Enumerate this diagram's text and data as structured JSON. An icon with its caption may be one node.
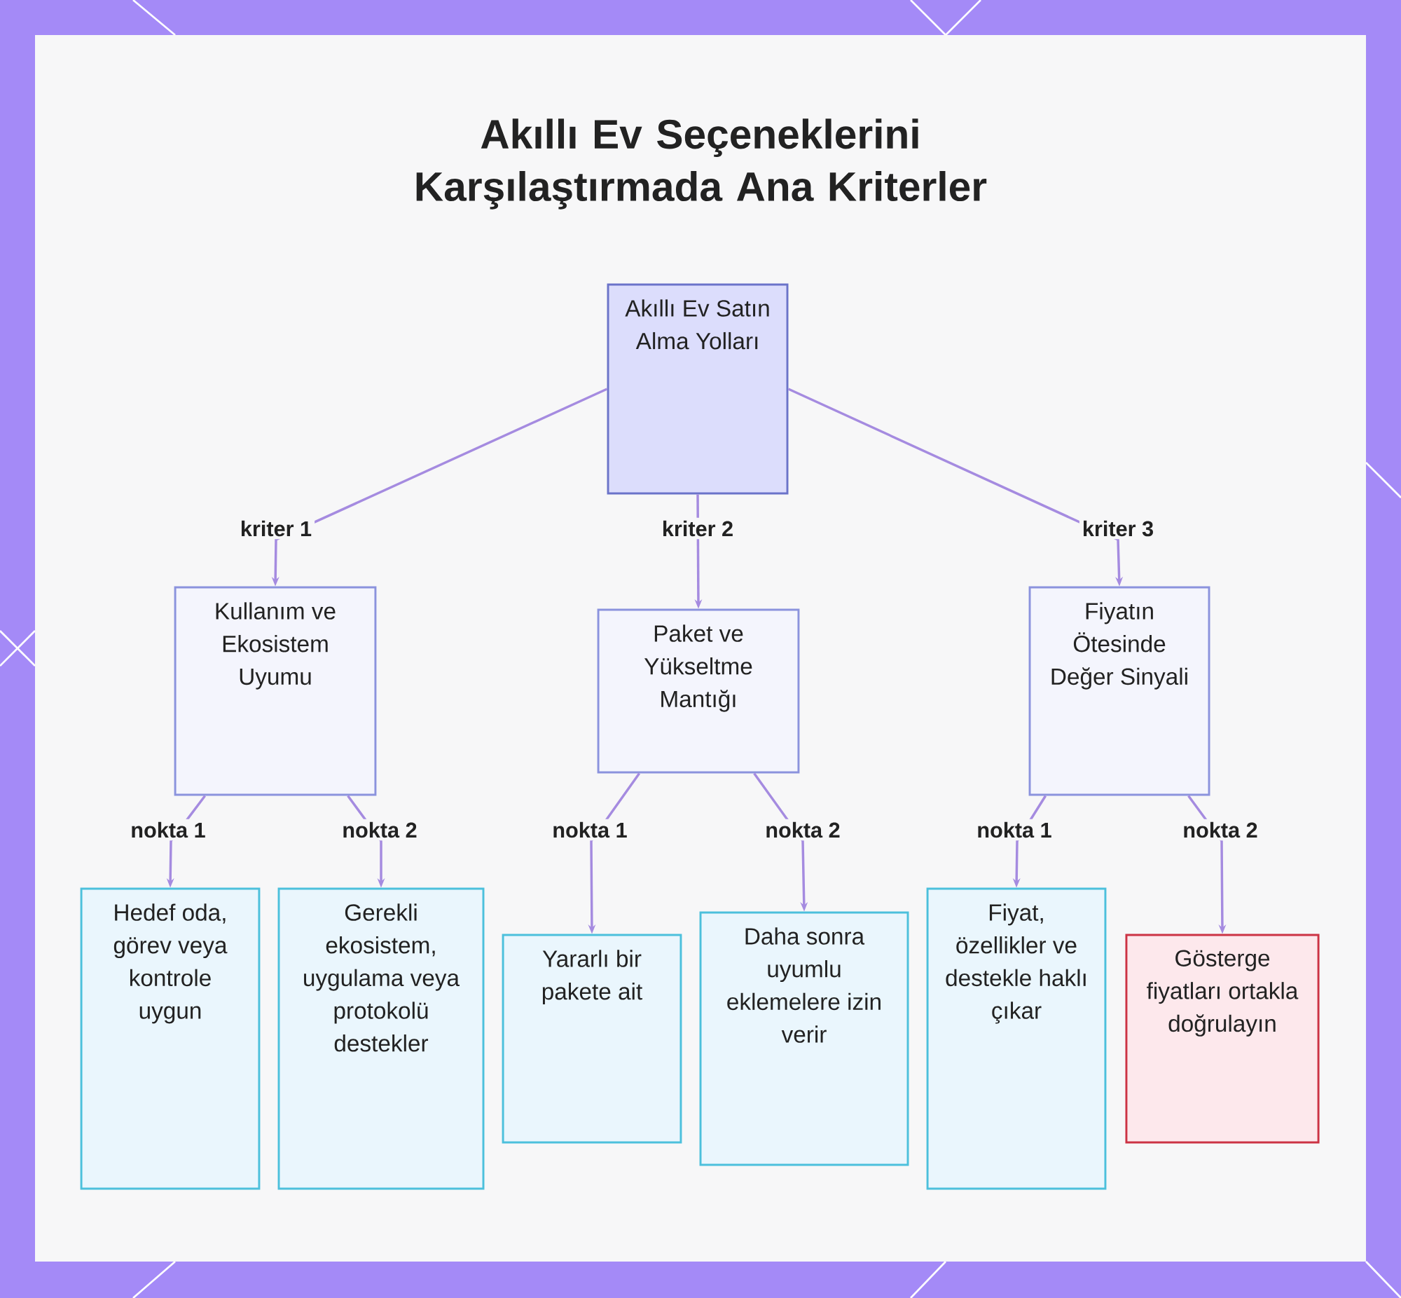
{
  "diagram": {
    "title": "Akıllı Ev Seçeneklerini Karşılaştırmada Ana Kriterler",
    "nodes": [
      {
        "text": [
          "Akıllı Ev Satın Alma Yolları"
        ]
      },
      {
        "text": [
          "Kullanım ve Ekosistem Uyumu"
        ]
      },
      {
        "text": [
          "Paket ve Yükseltme Mantığı"
        ]
      },
      {
        "text": [
          "Fiyatın Ötesinde Değer Sinyali"
        ]
      },
      {
        "text": [
          "Hedef oda, görev veya kontrole uygun"
        ]
      },
      {
        "text": [
          "Gerekli ekosistem, uygulama veya protokolü destekler"
        ]
      },
      {
        "text": [
          "Yararlı bir pakete ait"
        ]
      },
      {
        "text": [
          "Daha sonra uyumlu eklemelere izin verir"
        ]
      },
      {
        "text": [
          "Fiyat, özellikler ve destekle haklı çıkar"
        ]
      },
      {
        "text": [
          "Gösterge fiyatları ortakla doğrulayın"
        ]
      }
    ],
    "edges": [
      {
        "from": 0,
        "to": 1,
        "arrow": "to",
        "label": "kriter 1"
      },
      {
        "from": 0,
        "to": 2,
        "arrow": "to",
        "label": "kriter 2"
      },
      {
        "from": 0,
        "to": 3,
        "arrow": "to",
        "label": "kriter 3"
      },
      {
        "from": 1,
        "to": 4,
        "arrow": "to",
        "label": "nokta 1"
      },
      {
        "from": 1,
        "to": 5,
        "arrow": "to",
        "label": "nokta 2"
      },
      {
        "from": 2,
        "to": 6,
        "arrow": "to",
        "label": "nokta 1"
      },
      {
        "from": 2,
        "to": 7,
        "arrow": "to",
        "label": "nokta 2"
      },
      {
        "from": 3,
        "to": 8,
        "arrow": "to",
        "label": "nokta 1"
      },
      {
        "from": 3,
        "to": 9,
        "arrow": "to",
        "label": "nokta 2"
      }
    ]
  }
}
